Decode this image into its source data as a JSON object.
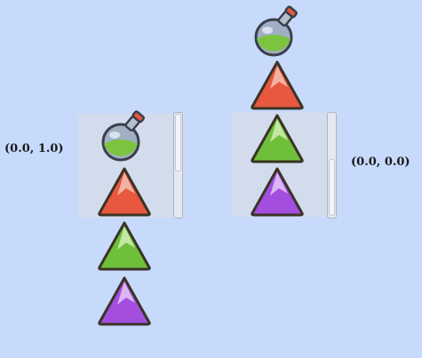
{
  "labels": {
    "left_scroll_value": "(0.0, 1.0)",
    "right_scroll_value": "(0.0, 0.0)"
  },
  "left_list": {
    "items": [
      "potion-icon",
      "red-triangle-icon",
      "green-triangle-icon",
      "purple-triangle-icon"
    ],
    "scroll_value": [
      0.0,
      1.0
    ]
  },
  "right_list": {
    "items": [
      "potion-icon",
      "red-triangle-icon",
      "green-triangle-icon",
      "purple-triangle-icon"
    ],
    "scroll_value": [
      0.0,
      0.0
    ]
  },
  "colors": {
    "background": "#c7dafc",
    "panel": "#d3dcec",
    "red": "#e8573f",
    "green": "#6fbf3a",
    "purple": "#a44ee0",
    "potion_liquid": "#7cc43f"
  }
}
